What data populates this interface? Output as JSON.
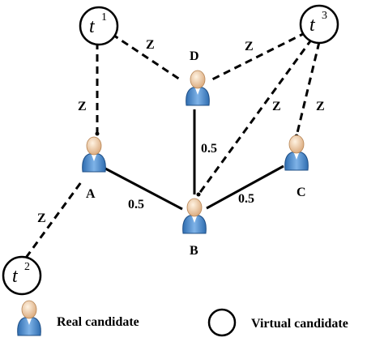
{
  "diagram": {
    "virtual_nodes": [
      {
        "id": "t1",
        "base": "t",
        "sup": "1"
      },
      {
        "id": "t2",
        "base": "t",
        "sup": "2"
      },
      {
        "id": "t3",
        "base": "t",
        "sup": "3"
      }
    ],
    "real_nodes": [
      {
        "id": "A",
        "label": "A"
      },
      {
        "id": "B",
        "label": "B"
      },
      {
        "id": "C",
        "label": "C"
      },
      {
        "id": "D",
        "label": "D"
      }
    ],
    "solid_edges": [
      {
        "id": "A-B",
        "weight": "0.5"
      },
      {
        "id": "B-C",
        "weight": "0.5"
      },
      {
        "id": "B-D",
        "weight": "0.5"
      }
    ],
    "dashed_edges": [
      {
        "id": "t1-A",
        "weight": "Z"
      },
      {
        "id": "t1-D",
        "weight": "Z"
      },
      {
        "id": "t2-A",
        "weight": "Z"
      },
      {
        "id": "t3-D",
        "weight": "Z"
      },
      {
        "id": "t3-B",
        "weight": "Z"
      },
      {
        "id": "t3-C",
        "weight": "Z"
      }
    ]
  },
  "legend": {
    "real_label": "Real candidate",
    "virtual_label": "Virtual candidate"
  }
}
